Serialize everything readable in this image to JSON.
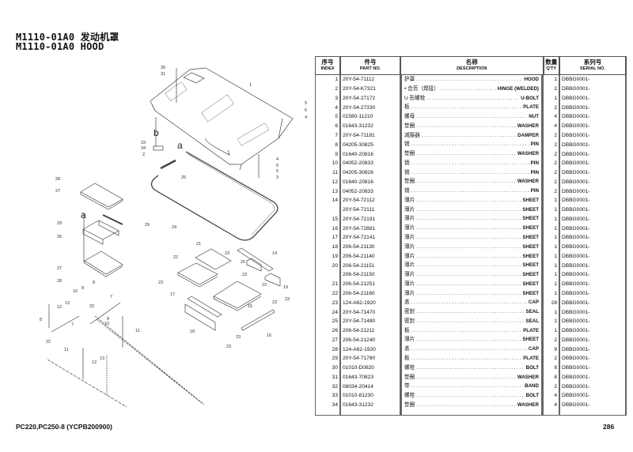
{
  "header": {
    "title_cn": "M1110-01A0 发动机罩",
    "title_en": "M1110-01A0 HOOD"
  },
  "footer": {
    "model": "PC220,PC250-8 (YCPB200900)",
    "page": "286"
  },
  "table": {
    "headers": [
      {
        "cn": "序号",
        "en": "INDEX"
      },
      {
        "cn": "件号",
        "en": "PART NO."
      },
      {
        "cn": "名称",
        "en": "DESCRIPTION"
      },
      {
        "cn": "数量",
        "en": "Q'TY"
      },
      {
        "cn": "系列号",
        "en": "SERIAL NO."
      }
    ],
    "rows": [
      {
        "index": "1",
        "part": "20Y-54-71112",
        "cn": "护罩",
        "en": "HOOD",
        "qty": "1",
        "serial": "DBBG0001-"
      },
      {
        "index": "2",
        "part": "20Y-54-K7321",
        "cn": "• 合页（焊接）",
        "en": "HINGE (WELDED)",
        "qty": "2",
        "serial": "DBBG0001-"
      },
      {
        "index": "3",
        "part": "20Y-54-27172",
        "cn": "U 形螺栓",
        "en": "U-BOLT",
        "qty": "1",
        "serial": "DBBG0001-"
      },
      {
        "index": "4",
        "part": "20Y-54-27330",
        "cn": "板",
        "en": "PLATE",
        "qty": "2",
        "serial": "DBBG0001-"
      },
      {
        "index": "5",
        "part": "01580-11210",
        "cn": "螺母",
        "en": "NUT",
        "qty": "4",
        "serial": "DBBG0001-"
      },
      {
        "index": "6",
        "part": "01643-31232",
        "cn": "垫圈",
        "en": "WASHER",
        "qty": "4",
        "serial": "DBBG0001-"
      },
      {
        "index": "7",
        "part": "20Y-54-71181",
        "cn": "减振器",
        "en": "DAMPER",
        "qty": "2",
        "serial": "DBBG0001-"
      },
      {
        "index": "8",
        "part": "04205-30825",
        "cn": "销",
        "en": "PIN",
        "qty": "2",
        "serial": "DBBG0001-"
      },
      {
        "index": "9",
        "part": "01640-20816",
        "cn": "垫圈",
        "en": "WASHER",
        "qty": "2",
        "serial": "DBBG0001-"
      },
      {
        "index": "10",
        "part": "04052-20833",
        "cn": "销",
        "en": "PIN",
        "qty": "2",
        "serial": "DBBG0001-"
      },
      {
        "index": "11",
        "part": "04205-30828",
        "cn": "销",
        "en": "PIN",
        "qty": "2",
        "serial": "DBBG0001-"
      },
      {
        "index": "12",
        "part": "01640-20816",
        "cn": "垫圈",
        "en": "WASHER",
        "qty": "2",
        "serial": "DBBG0001-"
      },
      {
        "index": "13",
        "part": "04052-20833",
        "cn": "销",
        "en": "PIN",
        "qty": "2",
        "serial": "DBBG0001-"
      },
      {
        "index": "14",
        "part": "20Y-54-72112",
        "cn": "薄片",
        "en": "SHEET",
        "qty": "1",
        "serial": "DBBG0001-"
      },
      {
        "index": "",
        "part": "20Y-54-72111",
        "cn": "薄片",
        "en": "SHEET",
        "qty": "1",
        "serial": "DBBG0001-"
      },
      {
        "index": "15",
        "part": "20Y-54-72191",
        "cn": "薄片",
        "en": "SHEET",
        "qty": "1",
        "serial": "DBBG0001-"
      },
      {
        "index": "16",
        "part": "20Y-54-72881",
        "cn": "薄片",
        "en": "SHEET",
        "qty": "1",
        "serial": "DBBG0001-"
      },
      {
        "index": "17",
        "part": "20Y-54-72141",
        "cn": "薄片",
        "en": "SHEET",
        "qty": "1",
        "serial": "DBBG0001-"
      },
      {
        "index": "18",
        "part": "206-54-21130",
        "cn": "薄片",
        "en": "SHEET",
        "qty": "1",
        "serial": "DBBG0001-"
      },
      {
        "index": "19",
        "part": "206-54-21140",
        "cn": "薄片",
        "en": "SHEET",
        "qty": "1",
        "serial": "DBBG0001-"
      },
      {
        "index": "20",
        "part": "206-54-21151",
        "cn": "薄片",
        "en": "SHEET",
        "qty": "1",
        "serial": "DBBG0001-"
      },
      {
        "index": "",
        "part": "206-54-21150",
        "cn": "薄片",
        "en": "SHEET",
        "qty": "1",
        "serial": "DBBG0001-"
      },
      {
        "index": "21",
        "part": "206-54-21251",
        "cn": "薄片",
        "en": "SHEET",
        "qty": "1",
        "serial": "DBBG0001-"
      },
      {
        "index": "22",
        "part": "206-54-21160",
        "cn": "薄片",
        "en": "SHEET",
        "qty": "1",
        "serial": "DBBG0001-"
      },
      {
        "index": "23",
        "part": "124-A62-1920",
        "cn": "盖",
        "en": "CAP",
        "qty": "28",
        "serial": "DBBG0001-"
      },
      {
        "index": "24",
        "part": "20Y-54-71470",
        "cn": "密封",
        "en": "SEAL",
        "qty": "1",
        "serial": "DBBG0001-"
      },
      {
        "index": "25",
        "part": "20Y-54-71480",
        "cn": "密封",
        "en": "SEAL",
        "qty": "1",
        "serial": "DBBG0001-"
      },
      {
        "index": "26",
        "part": "206-54-21211",
        "cn": "板",
        "en": "PLATE",
        "qty": "1",
        "serial": "DBBG0001-"
      },
      {
        "index": "27",
        "part": "206-54-21240",
        "cn": "薄片",
        "en": "SHEET",
        "qty": "2",
        "serial": "DBBG0001-"
      },
      {
        "index": "28",
        "part": "124-A62-1920",
        "cn": "盖",
        "en": "CAP",
        "qty": "9",
        "serial": "DBBG0001-"
      },
      {
        "index": "29",
        "part": "20Y-54-71780",
        "cn": "板",
        "en": "PLATE",
        "qty": "2",
        "serial": "DBBG0001-"
      },
      {
        "index": "30",
        "part": "01010-D0820",
        "cn": "螺栓",
        "en": "BOLT",
        "qty": "8",
        "serial": "DBBG0001-"
      },
      {
        "index": "31",
        "part": "01643-70823",
        "cn": "垫圈",
        "en": "WASHER",
        "qty": "8",
        "serial": "DBBG0001-"
      },
      {
        "index": "32",
        "part": "08034-20414",
        "cn": "带",
        "en": "BAND",
        "qty": "2",
        "serial": "DBBG0001-"
      },
      {
        "index": "33",
        "part": "01010-81230",
        "cn": "螺栓",
        "en": "BOLT",
        "qty": "4",
        "serial": "DBBG0001-"
      },
      {
        "index": "34",
        "part": "01643-31232",
        "cn": "垫圈",
        "en": "WASHER",
        "qty": "4",
        "serial": "DBBG0001-"
      }
    ]
  },
  "diagram": {
    "callouts": [
      "30",
      "31",
      "1",
      "5",
      "6",
      "4",
      "33",
      "34",
      "2",
      "4",
      "6",
      "5",
      "3",
      "25",
      "28",
      "27",
      "29",
      "29",
      "26",
      "27",
      "28",
      "24",
      "21",
      "22",
      "23",
      "14",
      "26",
      "23",
      "23",
      "23",
      "19",
      "23",
      "17",
      "23",
      "15",
      "18",
      "16",
      "23",
      "23",
      "10",
      "8",
      "8",
      "7",
      "32",
      "12",
      "13",
      "8",
      "22",
      "7",
      "11",
      "10",
      "8",
      "11",
      "12",
      "13"
    ],
    "view_marks": [
      "b",
      "a",
      "a"
    ]
  }
}
